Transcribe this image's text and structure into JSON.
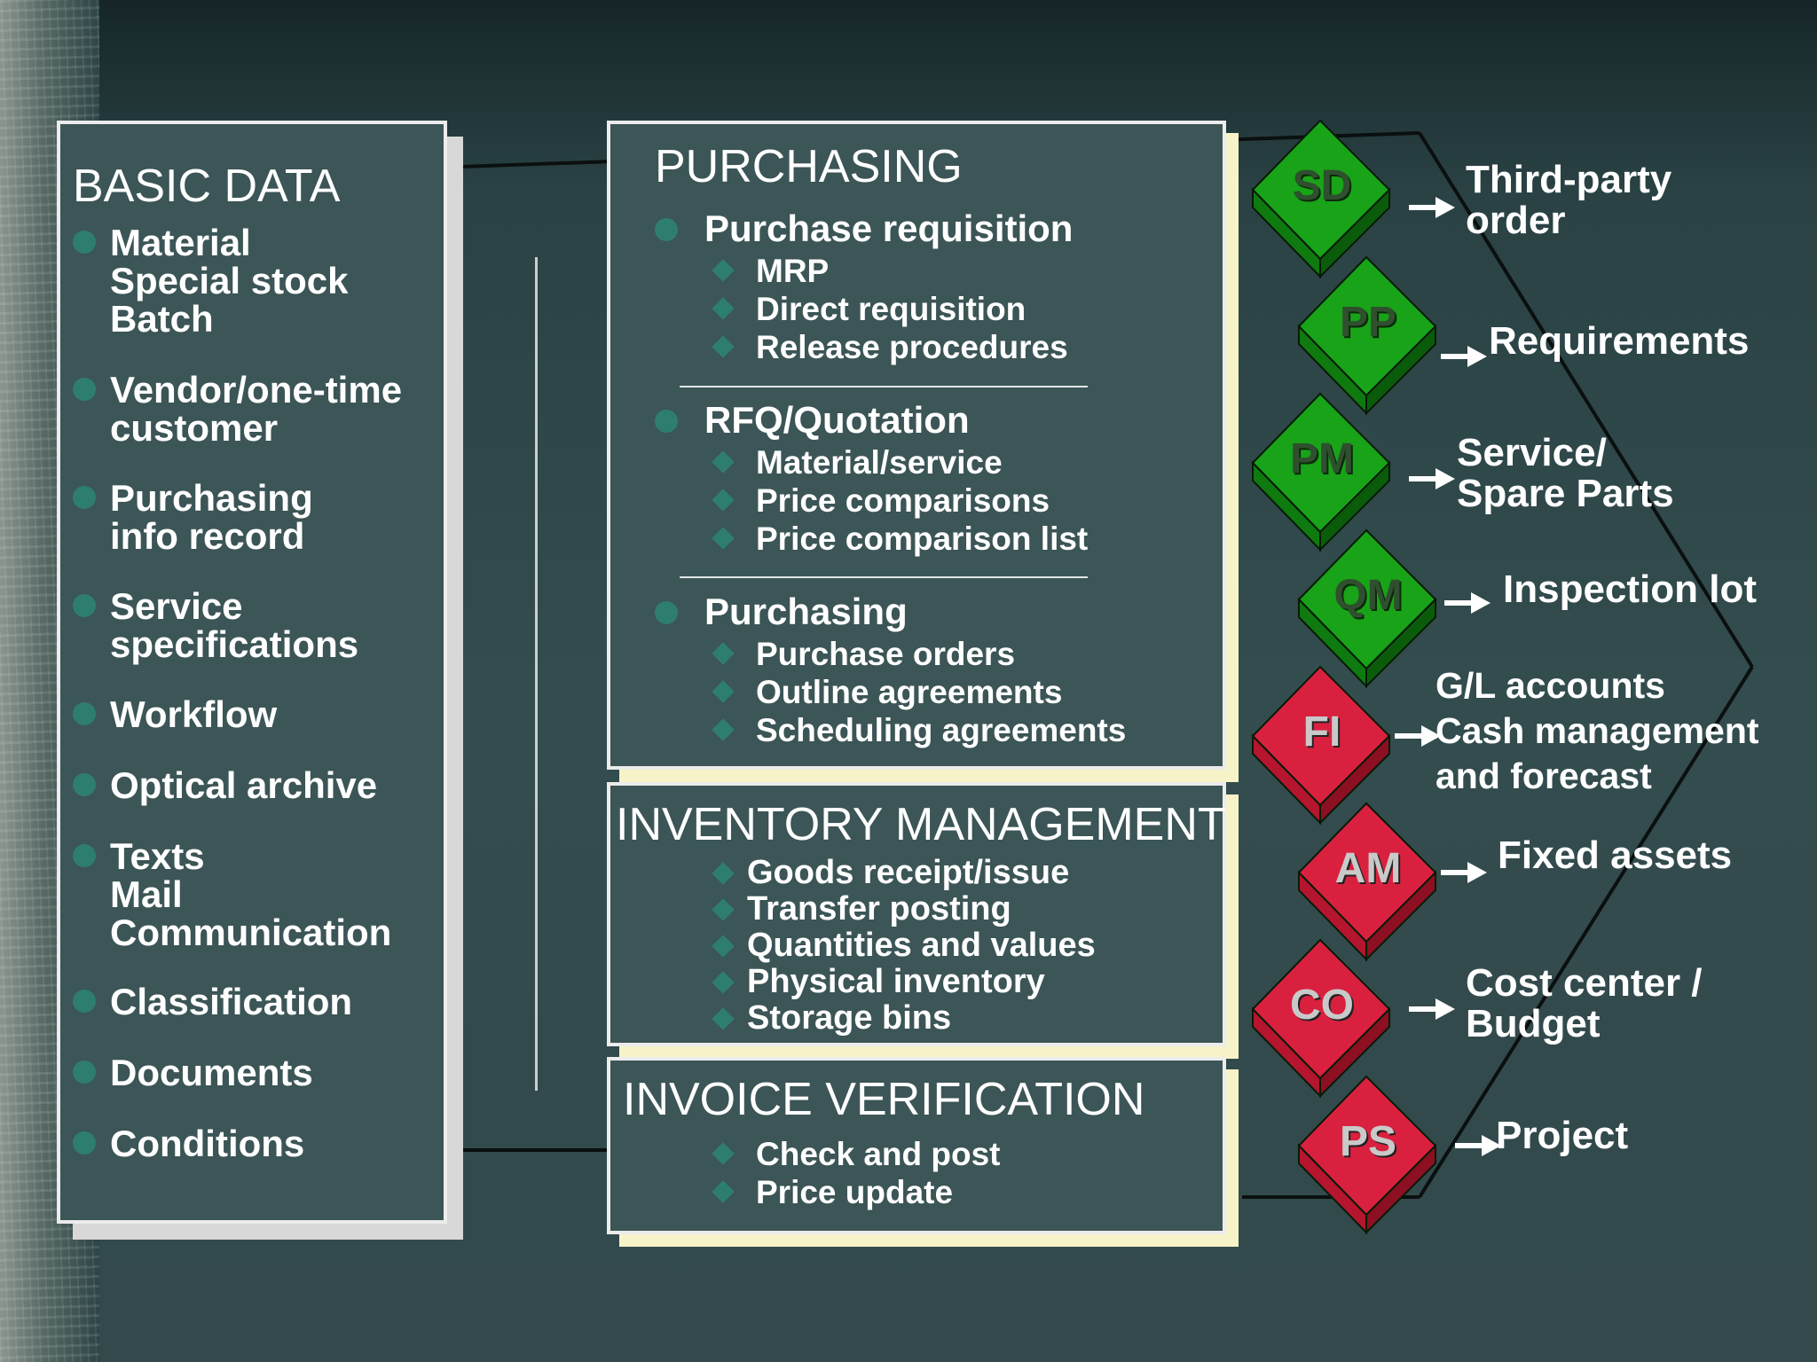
{
  "basic_data": {
    "title": "BASIC DATA",
    "items": [
      "Material\nSpecial stock\nBatch",
      "Vendor/one-time\ncustomer",
      "Purchasing\ninfo record",
      "Service\nspecifications",
      "Workflow",
      "Optical archive",
      "Texts\nMail\nCommunication",
      "Classification",
      "Documents",
      "Conditions"
    ]
  },
  "purchasing": {
    "title": "PURCHASING",
    "groups": [
      {
        "heading": "Purchase requisition",
        "subs": [
          "MRP",
          "Direct requisition",
          "Release procedures"
        ]
      },
      {
        "heading": "RFQ/Quotation",
        "subs": [
          "Material/service",
          "Price comparisons",
          "Price comparison list"
        ]
      },
      {
        "heading": "Purchasing",
        "subs": [
          "Purchase orders",
          "Outline agreements",
          "Scheduling agreements"
        ]
      }
    ]
  },
  "inventory": {
    "title": "INVENTORY MANAGEMENT",
    "subs": [
      "Goods receipt/issue",
      "Transfer posting",
      "Quantities and values",
      "Physical inventory",
      "Storage bins"
    ]
  },
  "invoice": {
    "title": "INVOICE VERIFICATION",
    "subs": [
      "Check and post",
      "Price update"
    ]
  },
  "modules": [
    {
      "code": "SD",
      "color": "green",
      "output": "Third-party\norder"
    },
    {
      "code": "PP",
      "color": "green",
      "output": "Requirements"
    },
    {
      "code": "PM",
      "color": "green",
      "output": "Service/\nSpare Parts"
    },
    {
      "code": "QM",
      "color": "green",
      "output": "Inspection lot"
    },
    {
      "code": "FI",
      "color": "red",
      "output": "G/L accounts\nCash management\nand forecast"
    },
    {
      "code": "AM",
      "color": "red",
      "output": "Fixed assets"
    },
    {
      "code": "CO",
      "color": "red",
      "output": "Cost center /\nBudget"
    },
    {
      "code": "PS",
      "color": "red",
      "output": "Project"
    }
  ],
  "colors": {
    "green_top": "#18a318",
    "green_left": "#0f7a0f",
    "green_right": "#0a5c0a",
    "red_top": "#d9213f",
    "red_left": "#b5152e",
    "red_right": "#8c0f22",
    "panel": "#3c5556",
    "bullet": "#2e7e6d"
  }
}
